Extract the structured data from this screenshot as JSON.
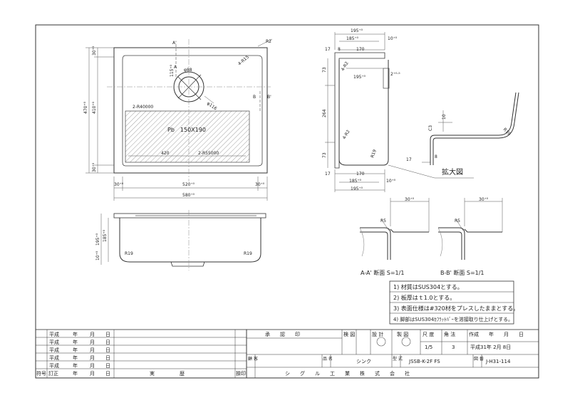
{
  "views": {
    "plan": {
      "dims_left": [
        "470⁺⁰",
        "410⁺⁰",
        "30⁺⁰",
        "30⁺⁰"
      ],
      "dims_bottom": [
        "30⁺⁰",
        "520⁺⁰",
        "30⁺⁰",
        "580⁺⁰"
      ],
      "corner_r": "R2",
      "corner_inner": "4-R15",
      "drain_dia": "φ88",
      "drain_outer": "φ116",
      "drain_offset": "115⁺⁰",
      "radius_label": "2-R40000",
      "hatch_label": "Pb　150X190",
      "hatch_width": "420",
      "hatch_radius": "2-R55000",
      "section_a_top": "A'",
      "section_a_bot": "A",
      "section_b_left": "B",
      "section_b_right": "B'"
    },
    "front": {
      "dims": [
        "195⁺⁰",
        "185⁺⁰",
        "10⁺⁰"
      ],
      "radius_left": "R19",
      "radius_right": "R19"
    },
    "side": {
      "top_dims": [
        "195⁺⁰",
        "185⁺⁰",
        "10⁺⁰",
        "17",
        "8",
        "170"
      ],
      "left_dims": [
        "73",
        "264",
        "73"
      ],
      "labels": [
        "4-R2",
        "195⁺⁰",
        "2⁺⁰·⁵",
        "4-R2",
        "R19"
      ],
      "bottom_dims": [
        "17",
        "170",
        "185⁺⁰",
        "10⁺⁰",
        "195⁺⁰"
      ]
    },
    "detail": {
      "labels": [
        "R19",
        "C3",
        "10",
        "8",
        "17"
      ],
      "caption": "拡大図"
    },
    "sections": {
      "aa_dim": "30⁺⁰",
      "aa_r": "R5",
      "aa_caption": "A-A' 断面 S=1/1",
      "bb_dim": "30⁺⁰",
      "bb_r": "R5",
      "bb_caption": "B-B' 断面 S=1/1"
    }
  },
  "notes": [
    "1) 材質はSUS304とする。",
    "2) 板厚はｔ1.0とする。",
    "3) 表面仕様は#320材をプレスしたままとする。",
    "4) 脚部はSUS304ｶﾌﾗｯﾄﾊﾞｰを溶接取り仕上げとする。"
  ],
  "revision_table": {
    "rows": [
      {
        "era": "平成",
        "y": "年",
        "m": "月",
        "d": "日"
      },
      {
        "era": "平成",
        "y": "年",
        "m": "月",
        "d": "日"
      },
      {
        "era": "平成",
        "y": "年",
        "m": "月",
        "d": "日"
      },
      {
        "era": "平成",
        "y": "年",
        "m": "月",
        "d": "日"
      },
      {
        "era": "平成",
        "y": "年",
        "m": "月",
        "d": "日"
      }
    ],
    "footer": {
      "no": "符号",
      "rev": "訂正",
      "y": "年",
      "m": "月",
      "d": "日",
      "content": "実　　　　　歴",
      "sign": "捺印"
    }
  },
  "title_block": {
    "approval": "承　　認　　印",
    "check": "検 図",
    "design": "設 計",
    "drawing": "製 図",
    "scale_label": "尺 度",
    "scale": "1/5",
    "projection_label": "角 法",
    "projection": "3",
    "date_label": "作成　　年　　月　　日",
    "date": "平成31年 2月 8日",
    "customer_label": "顧 客",
    "name_label": "品 名",
    "name": "シンク",
    "model_label": "型 式",
    "model": "JSSB-K-2F FS",
    "drawing_no_label": "図 番",
    "drawing_no": "J-H31-114",
    "company": "シ　　グ　　ル　　工　　業　　株　　式　　会　　社"
  }
}
